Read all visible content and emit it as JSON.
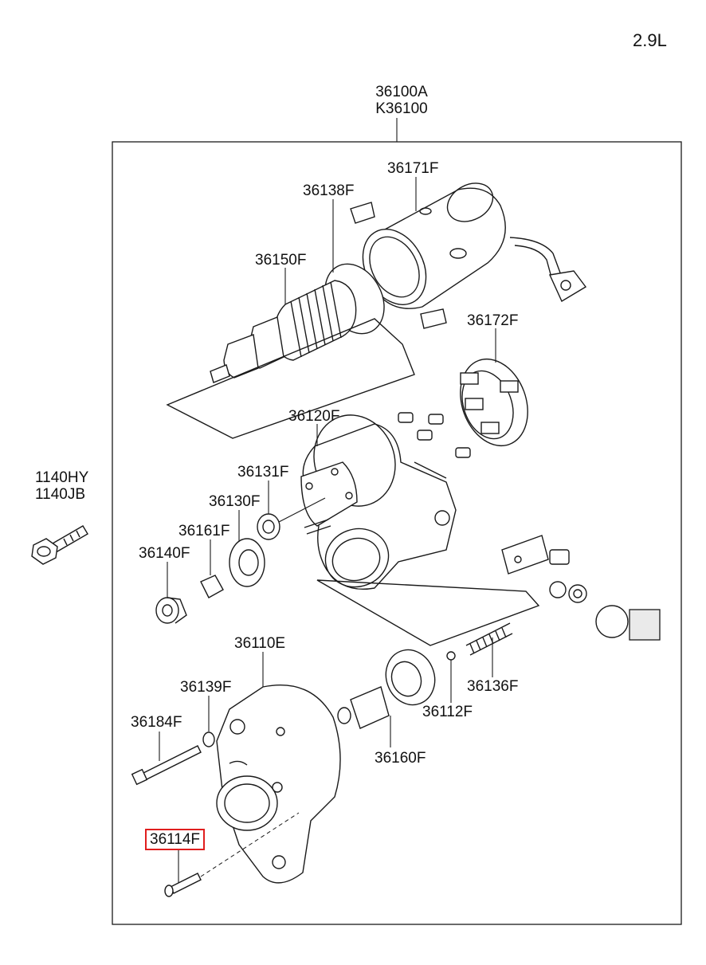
{
  "engine": "2.9L",
  "assembly": {
    "line1": "36100A",
    "line2": "K36100"
  },
  "bolt_group": {
    "line1": "1140HY",
    "line2": "1140JB"
  },
  "parts": {
    "p36171F": "36171F",
    "p36138F": "36138F",
    "p36150F": "36150F",
    "p36172F": "36172F",
    "p36120F": "36120F",
    "p36131F": "36131F",
    "p36130F": "36130F",
    "p36161F": "36161F",
    "p36140F": "36140F",
    "p36110E": "36110E",
    "p36139F": "36139F",
    "p36184F": "36184F",
    "p36114F": "36114F",
    "p36136F": "36136F",
    "p36112F": "36112F",
    "p36160F": "36160F"
  },
  "colors": {
    "highlight": "#e01e1e",
    "line": "#1a1a1a"
  }
}
